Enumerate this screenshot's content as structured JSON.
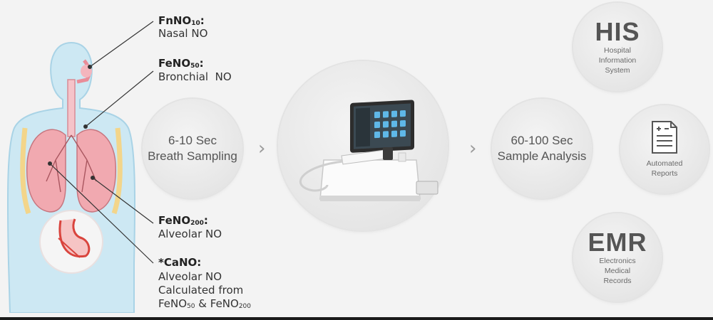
{
  "annotations": {
    "fnno": {
      "title_main": "FnNO",
      "title_sub": "10",
      "title_end": ":",
      "desc": "Nasal NO"
    },
    "feno50": {
      "title_main": "FeNO",
      "title_sub": "50",
      "title_end": ":",
      "desc": "Bronchial  NO"
    },
    "feno200": {
      "title_main": "FeNO",
      "title_sub": "200",
      "title_end": ":",
      "desc": "Alveolar NO"
    },
    "cano": {
      "title": "*CaNO:",
      "line1": "Alveolar NO",
      "line2": "Calculated from",
      "line3_a": "FeNO",
      "line3_a_sub": "50",
      "line3_b": " & FeNO",
      "line3_b_sub": "200"
    }
  },
  "steps": {
    "sampling": {
      "line1": "6-10 Sec",
      "line2": "Breath Sampling"
    },
    "analysis": {
      "line1": "60-100 Sec",
      "line2": "Sample Analysis"
    }
  },
  "arrows": {
    "glyph": "›"
  },
  "outputs": {
    "his": {
      "abbr": "HIS",
      "line1": "Hospital",
      "line2": "Information",
      "line3": "System"
    },
    "reports": {
      "line1": "Automated",
      "line2": "Reports"
    },
    "emr": {
      "abbr": "EMR",
      "line1": "Electronics",
      "line2": "Medical",
      "line3": "Records"
    }
  },
  "colors": {
    "background": "#f3f3f3",
    "lung": "#f1a9b0",
    "body": "#cde8f3",
    "stomach_outline": "#d9443d"
  },
  "icons": [
    "human-respiratory-anatomy-illustration",
    "feno-analyzer-device-illustration",
    "report-document-icon"
  ]
}
